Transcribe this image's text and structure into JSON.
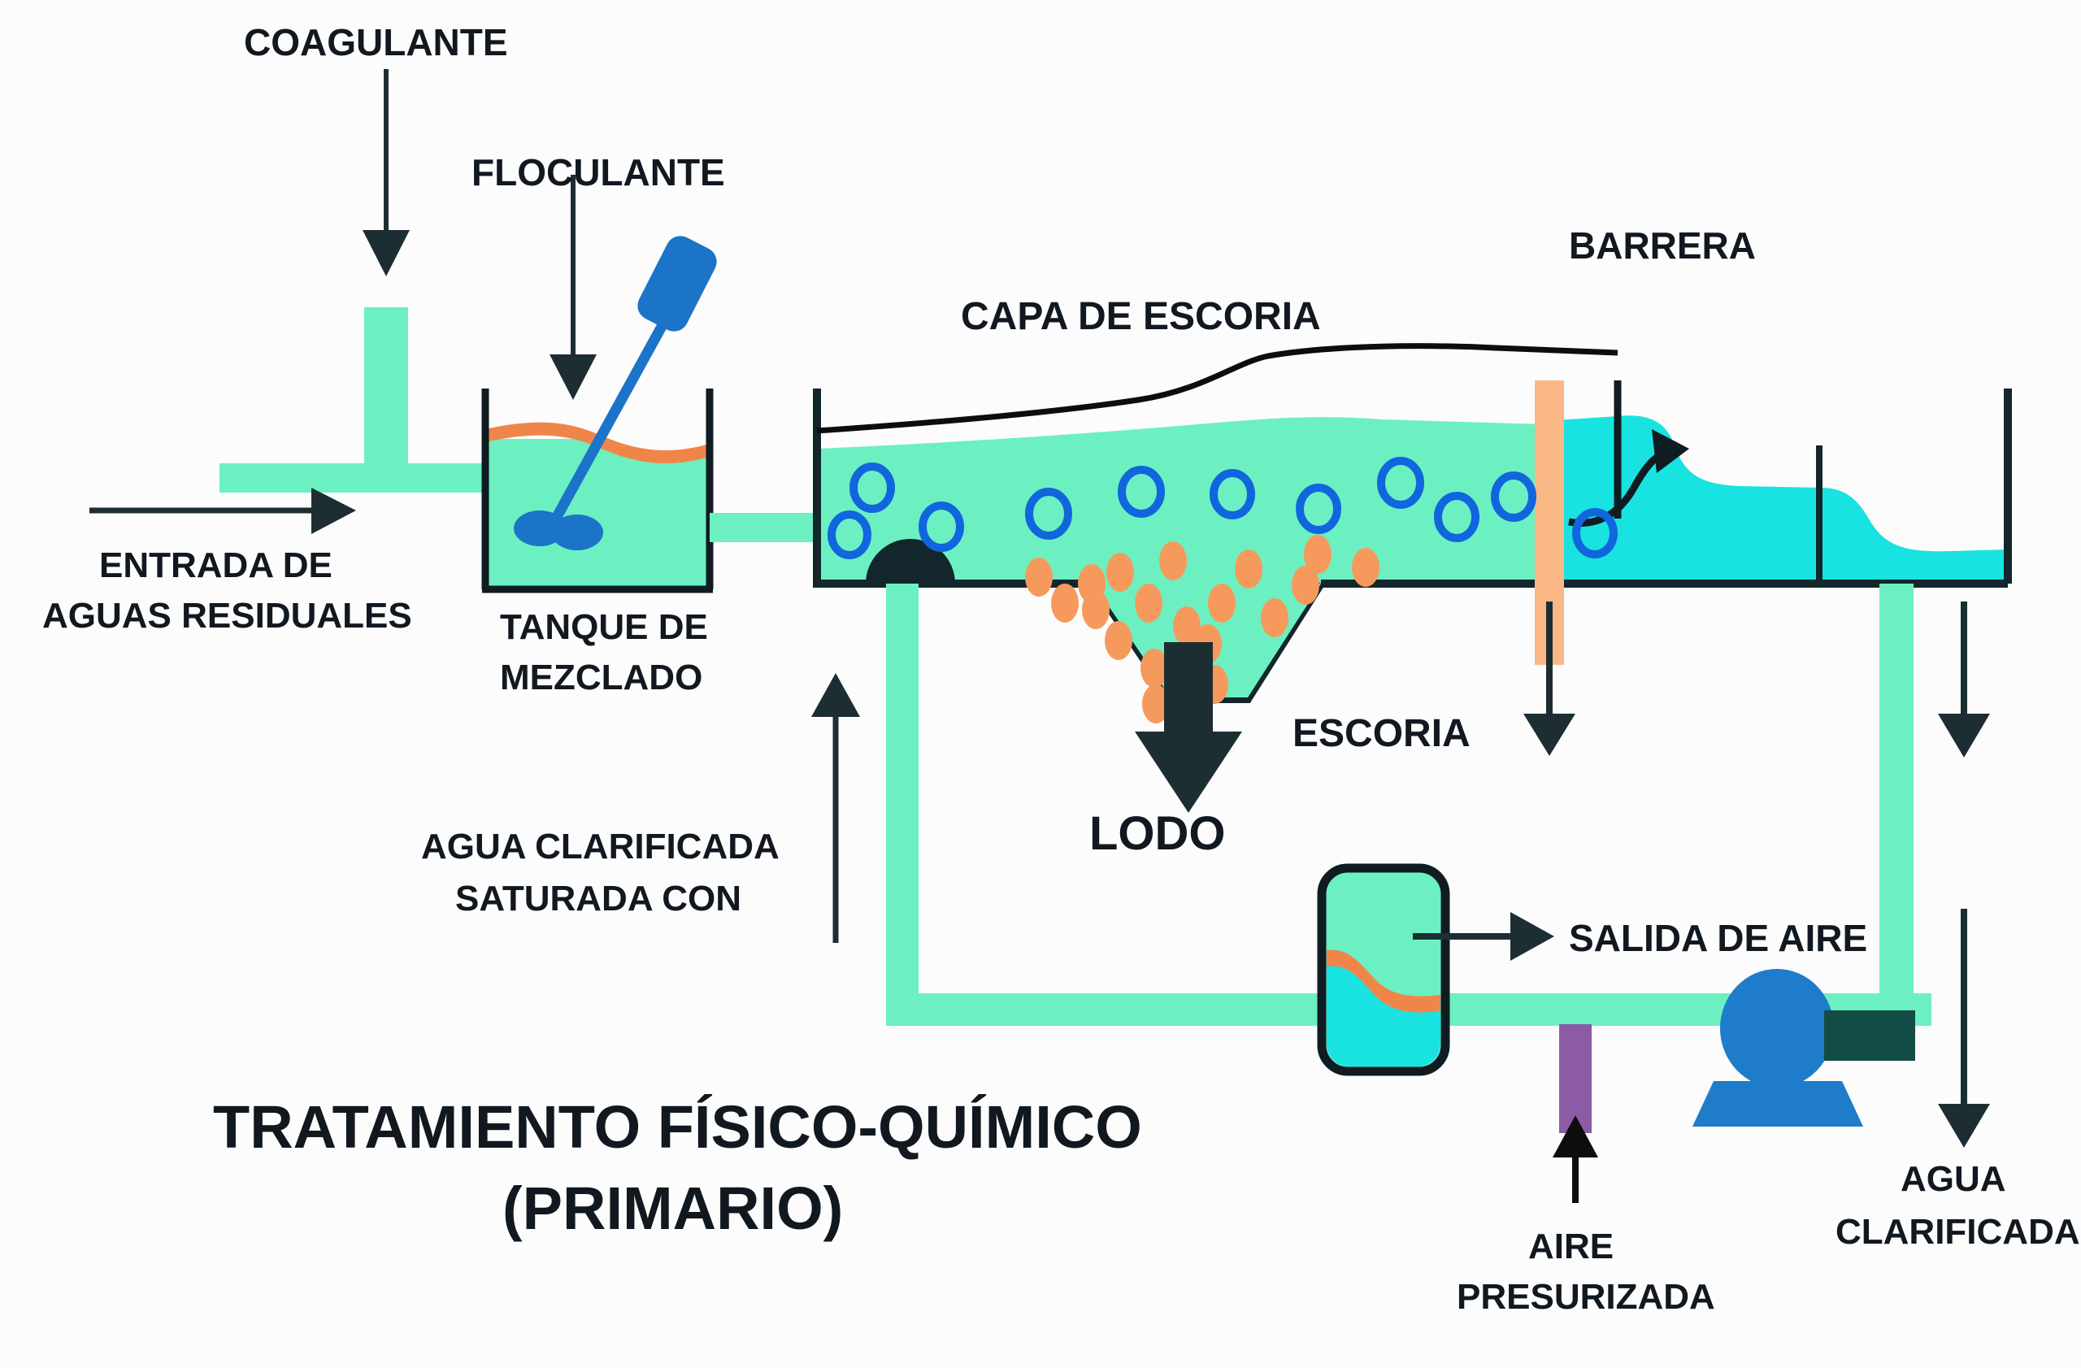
{
  "diagram": {
    "title_line1": "TRATAMIENTO FÍSICO-QUÍMICO",
    "title_line2": "(PRIMARIO)",
    "language": "es"
  },
  "labels": {
    "coagulante": "COAGULANTE",
    "floculante": "FLOCULANTE",
    "entrada_line1": "ENTRADA DE",
    "entrada_line2": "AGUAS RESIDUALES",
    "tanque_line1": "TANQUE DE",
    "tanque_line2": "MEZCLADO",
    "capa_escoria": "CAPA DE ESCORIA",
    "barrera": "BARRERA",
    "escoria": "ESCORIA",
    "lodo": "LODO",
    "agua_sat_line1": "AGUA CLARIFICADA",
    "agua_sat_line2": "SATURADA CON",
    "salida_aire": "SALIDA DE AIRE",
    "aire_line1": "AIRE",
    "aire_line2": "PRESURIZADA",
    "agua_clar_line1": "AGUA",
    "agua_clar_line2": "CLARIFICADA"
  },
  "colors": {
    "background": "#fcfcfc",
    "water_light": "#6cf0c2",
    "water_cyan": "#19e3e0",
    "ink": "#111820",
    "outline_dark": "#12262b",
    "floc_orange": "#f59a5c",
    "scum_orange": "#f0854a",
    "baffle_orange": "#fbb887",
    "bubble_blue": "#1166dd",
    "mixer_blue": "#1c74c8",
    "pump_blue": "#1f7ccb",
    "pump_body_dark": "#114c46",
    "valve_purple": "#8c5ba6"
  },
  "elements": {
    "mix_tank": {
      "name": "tanque-de-mezclado",
      "mixer": "agitador",
      "scum_layer": "capa-superficial"
    },
    "clarifier": {
      "name": "clarificador-daf",
      "hopper": "tolva-de-lodos",
      "baffle": "barrera-deflectora"
    },
    "saturator": {
      "name": "tanque-saturador-de-aire"
    },
    "pump": {
      "name": "bomba-de-recirculacion"
    },
    "valve": {
      "name": "valvula-de-aire-presurizado"
    }
  },
  "counts": {
    "bubbles_blue": 11,
    "flocs_orange": 20
  }
}
